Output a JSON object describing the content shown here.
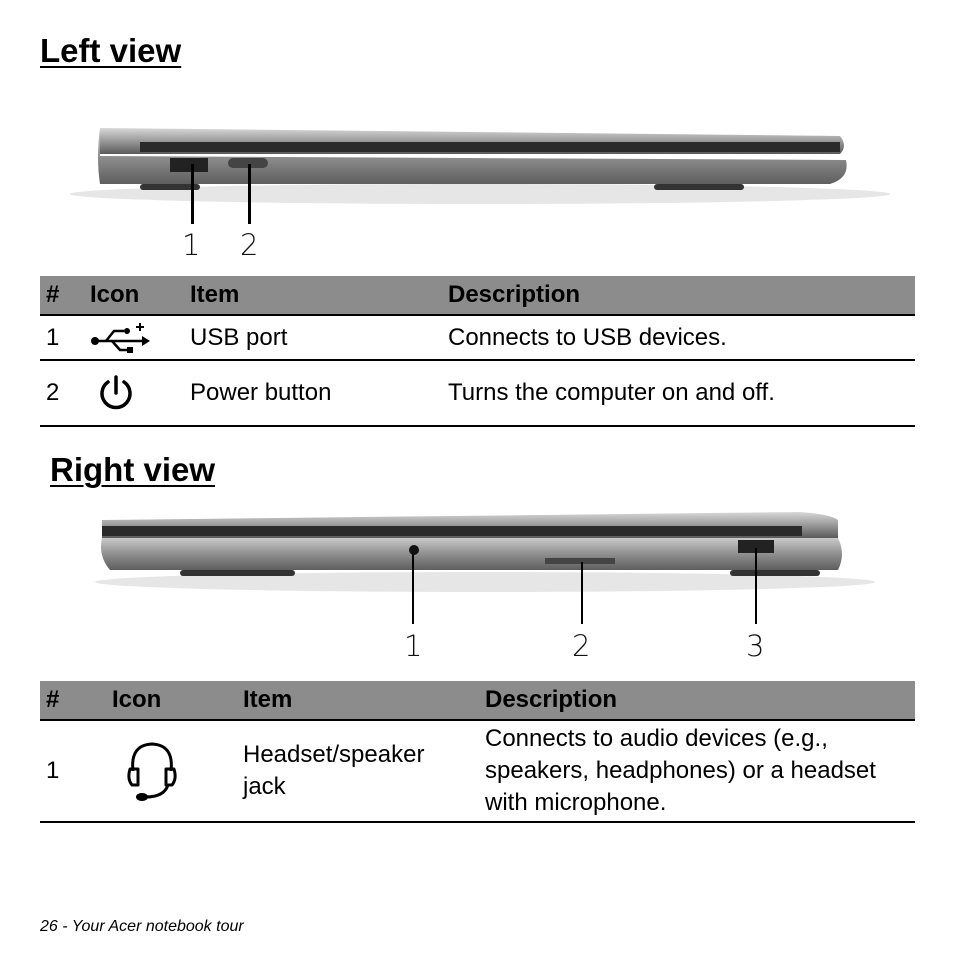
{
  "left_view": {
    "title": "Left view",
    "callouts": [
      "1",
      "2"
    ],
    "table": {
      "headers": [
        "#",
        "Icon",
        "Item",
        "Description"
      ],
      "rows": [
        {
          "num": "1",
          "icon": "usb-icon",
          "item": "USB port",
          "description": "Connects to USB devices."
        },
        {
          "num": "2",
          "icon": "power-icon",
          "item": "Power button",
          "description": "Turns the computer on and off."
        }
      ]
    }
  },
  "right_view": {
    "title": "Right view",
    "callouts": [
      "1",
      "2",
      "3"
    ],
    "table": {
      "headers": [
        "#",
        "Icon",
        "Item",
        "Description"
      ],
      "rows": [
        {
          "num": "1",
          "icon": "headset-icon",
          "item": "Headset/speaker jack",
          "description": "Connects to audio devices (e.g., speakers, headphones) or a headset with microphone."
        }
      ]
    }
  },
  "footer": "26 - Your Acer notebook tour"
}
